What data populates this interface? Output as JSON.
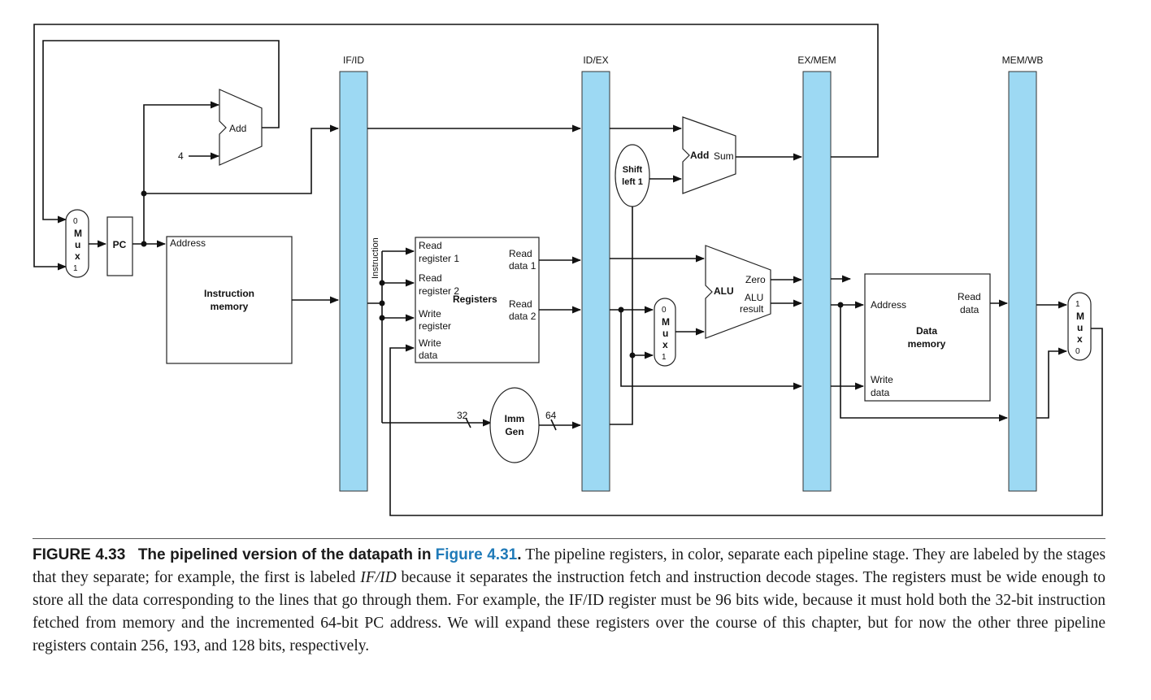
{
  "pipeline_registers": [
    "IF/ID",
    "ID/EX",
    "EX/MEM",
    "MEM/WB"
  ],
  "units": {
    "pc": "PC",
    "add_if": "Add",
    "const_four": "4",
    "mux_pc": {
      "i0": "0",
      "letters": [
        "M",
        "u",
        "x"
      ],
      "i1": "1"
    },
    "instruction_memory": {
      "port": "Address",
      "title_line1": "Instruction",
      "title_line2": "memory"
    },
    "instruction_wire": "Instruction",
    "registers": {
      "title": "Registers",
      "in1_a": "Read",
      "in1_b": "register 1",
      "in2_a": "Read",
      "in2_b": "register 2",
      "in3_a": "Write",
      "in3_b": "register",
      "in4_a": "Write",
      "in4_b": "data",
      "out1_a": "Read",
      "out1_b": "data 1",
      "out2_a": "Read",
      "out2_b": "data 2"
    },
    "imm_gen": {
      "line1": "Imm",
      "line2": "Gen",
      "in_bits": "32",
      "out_bits": "64"
    },
    "shift_left": {
      "line1": "Shift",
      "line2": "left 1"
    },
    "add_ex": {
      "label": "Add",
      "out": "Sum"
    },
    "mux_alu": {
      "i0": "0",
      "letters": [
        "M",
        "u",
        "x"
      ],
      "i1": "1"
    },
    "alu": {
      "label": "ALU",
      "zero": "Zero",
      "result_a": "ALU",
      "result_b": "result"
    },
    "data_memory": {
      "address": "Address",
      "read_a": "Read",
      "read_b": "data",
      "title_line1": "Data",
      "title_line2": "memory",
      "write_a": "Write",
      "write_b": "data"
    },
    "mux_wb": {
      "i1": "1",
      "letters": [
        "M",
        "u",
        "x"
      ],
      "i0": "0"
    }
  },
  "caption": {
    "label": "FIGURE 4.33",
    "title": "The pipelined version of the datapath in",
    "link": "Figure 4.31",
    "period": ".",
    "s1": " The pipeline registers, in color, separate each pipeline stage. They are labeled by the stages that they separate; for example, the first is labeled ",
    "em": "IF/ID",
    "s2": " because it separates the instruction fetch and instruction decode stages. The registers must be wide enough to store all the data corresponding to the lines that go through them. For example, the IF/ID register must be 96 bits wide, because it must hold both the 32-bit instruction fetched from memory and the incremented 64-bit PC address. We will expand these registers over the course of this chapter, but for now the other three pipeline registers contain 256, 193, and 128 bits, respectively."
  },
  "colors": {
    "pipeline_register": "#9dd9f3",
    "link": "#1f7ab8"
  }
}
